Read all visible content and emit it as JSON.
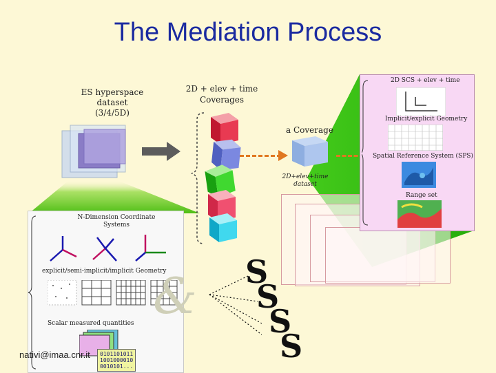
{
  "title": "The Mediation Process",
  "left_label": [
    "ES hyperspace",
    "dataset",
    "(3/4/5D)"
  ],
  "coverages_label": [
    "2D + elev + time",
    "Coverages"
  ],
  "a_coverage_label": "a  Coverage",
  "dataset_label": [
    "2D+elev+time",
    "dataset"
  ],
  "right_panel": {
    "top": "2D SCS + elev + time",
    "geometry": "Implicit/explicit Geometry",
    "srs": "Spatial Reference System (SPS)",
    "range": "Range set"
  },
  "left_panel": {
    "ncs": [
      "N-Dimension Coordinate",
      "Systems"
    ],
    "geometry": "explicit/semi-implicit/implicit Geometry",
    "scalar": "Scalar measured quantities",
    "binary": [
      "0101101011",
      "1001000010",
      "0010101..."
    ]
  },
  "email": "nativi@imaa.cnr.it",
  "sss": [
    "S",
    "S",
    "S",
    "S"
  ],
  "colors": {
    "title": "#1a2aa0",
    "arrow_dash": "#e07820",
    "cone": "#2fc60a",
    "panel_right": "#f8d8f4"
  }
}
